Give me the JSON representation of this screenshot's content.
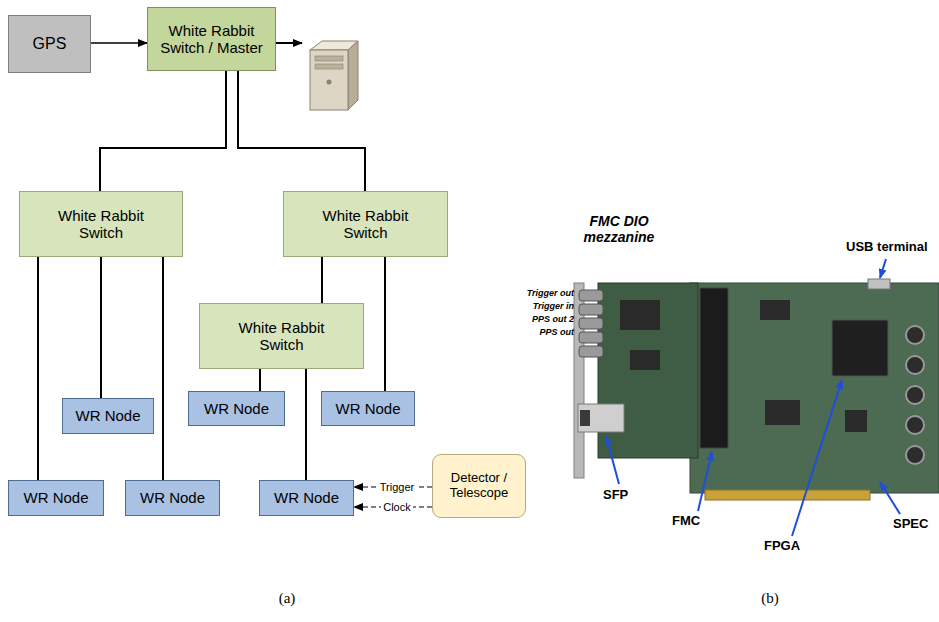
{
  "diagram": {
    "nodes": [
      {
        "text": [
          "GPS"
        ]
      },
      {
        "text": [
          "White Rabbit Switch / Master"
        ]
      },
      {
        "text": [
          "White Rabbit Switch"
        ]
      },
      {
        "text": [
          "White Rabbit Switch"
        ]
      },
      {
        "text": [
          "White Rabbit Switch"
        ]
      },
      {
        "text": [
          "WR Node"
        ]
      },
      {
        "text": [
          "WR Node"
        ]
      },
      {
        "text": [
          "WR Node"
        ]
      },
      {
        "text": [
          "WR Node"
        ]
      },
      {
        "text": [
          "WR Node"
        ]
      },
      {
        "text": [
          "WR Node"
        ]
      },
      {
        "text": [
          "Detector / Telescope"
        ]
      }
    ],
    "edges": [
      {
        "from": 0,
        "to": 1,
        "arrow": "to"
      },
      {
        "from": 1,
        "to": 2,
        "arrow": "none"
      },
      {
        "from": 1,
        "to": 3,
        "arrow": "none"
      },
      {
        "from": 2,
        "to": 8,
        "arrow": "none"
      },
      {
        "from": 2,
        "to": 5,
        "arrow": "none"
      },
      {
        "from": 2,
        "to": 9,
        "arrow": "none"
      },
      {
        "from": 3,
        "to": 4,
        "arrow": "none"
      },
      {
        "from": 3,
        "to": 7,
        "arrow": "none"
      },
      {
        "from": 4,
        "to": 6,
        "arrow": "none"
      },
      {
        "from": 4,
        "to": 10,
        "arrow": "none"
      },
      {
        "from": 11,
        "to": 10,
        "label": "Trigger",
        "arrow": "to"
      },
      {
        "from": 11,
        "to": 10,
        "label": "Clock",
        "arrow": "to"
      }
    ],
    "labels": [
      "FMC DIO mezzanine",
      "USB terminal",
      "Trigger out",
      "Trigger in",
      "PPS out 2",
      "PPS out",
      "SFP",
      "FMC",
      "FPGA",
      "SPEC",
      "(a)",
      "(b)"
    ]
  }
}
